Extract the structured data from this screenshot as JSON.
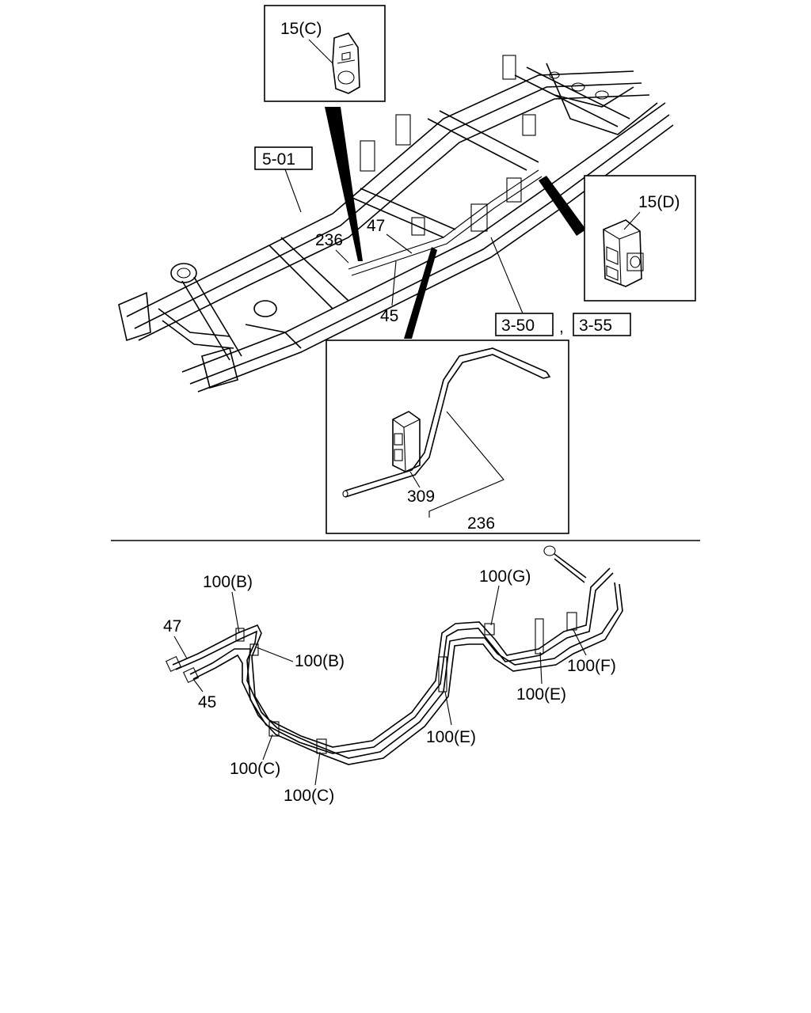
{
  "diagram": {
    "callouts": {
      "clip_c": "15(C)",
      "clip_d": "15(D)",
      "ref_frame": "5-01",
      "ref_pipe_a": "3-50",
      "ref_pipe_b": "3-55",
      "ref_separator": ",",
      "part_236_top": "236",
      "part_47_top": "47",
      "part_45_top": "45",
      "part_309": "309",
      "part_236_inset": "236",
      "part_47_bottom": "47",
      "part_45_bottom": "45",
      "clamp_b_top": "100(B)",
      "clamp_b_mid": "100(B)",
      "clamp_c_left": "100(C)",
      "clamp_c_right": "100(C)",
      "clamp_e_mid": "100(E)",
      "clamp_e_right": "100(E)",
      "clamp_f": "100(F)",
      "clamp_g": "100(G)"
    }
  }
}
